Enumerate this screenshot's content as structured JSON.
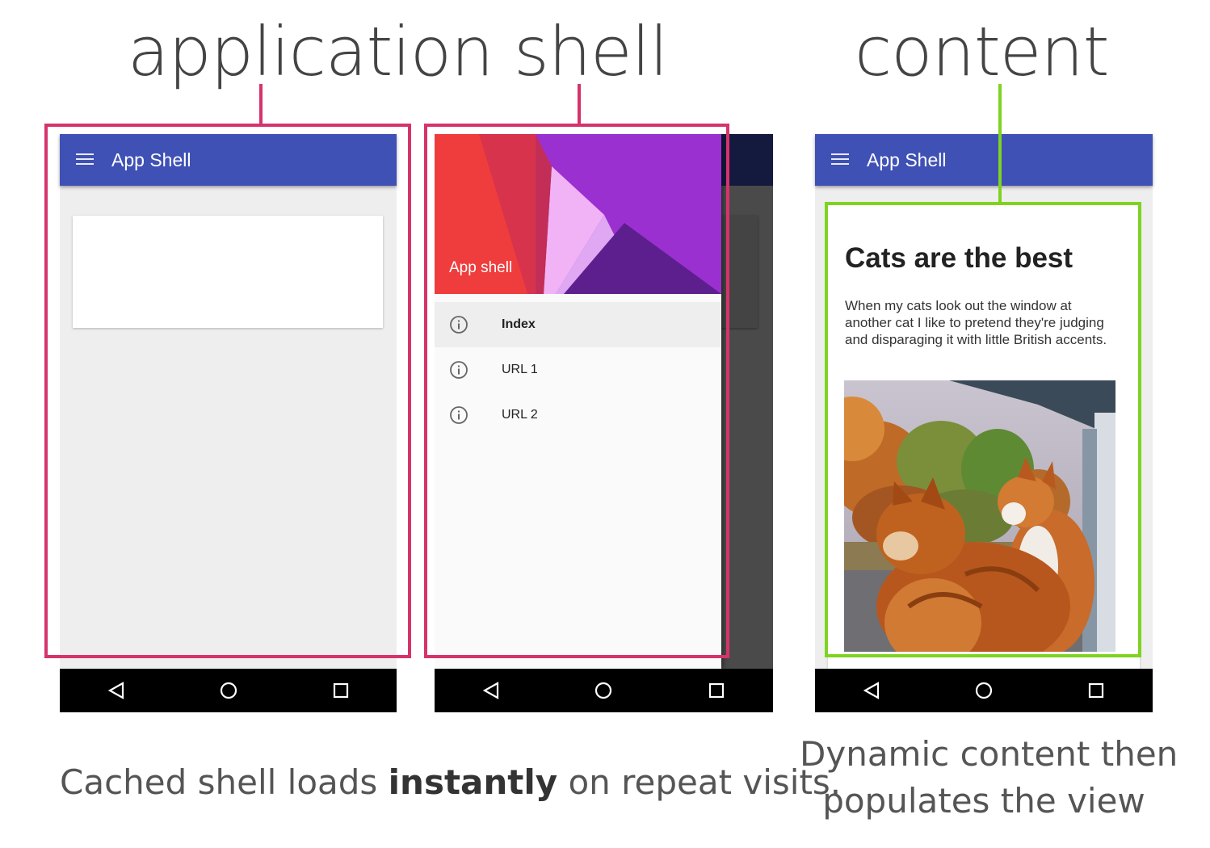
{
  "headings": {
    "shell": "application shell",
    "content": "content"
  },
  "phone1": {
    "appbar_title": "App Shell"
  },
  "phone2": {
    "drawer_header": "App shell",
    "items": [
      {
        "label": "Index",
        "icon": "info-icon",
        "active": true
      },
      {
        "label": "URL 1",
        "icon": "info-icon",
        "active": false
      },
      {
        "label": "URL 2",
        "icon": "info-icon",
        "active": false
      }
    ]
  },
  "phone3": {
    "appbar_title": "App Shell",
    "card_title": "Cats are the best",
    "card_body": "When my cats look out the window at another cat I like to pretend they're judging and disparaging it with little British accents."
  },
  "captions": {
    "left_pre": "Cached shell loads ",
    "left_bold": "instantly",
    "left_post": " on repeat visits.",
    "right_line1": "Dynamic content then",
    "right_line2": "populates the view"
  },
  "colors": {
    "shell_outline": "#d6336c",
    "content_outline": "#7ed321",
    "appbar": "#3f51b5"
  }
}
